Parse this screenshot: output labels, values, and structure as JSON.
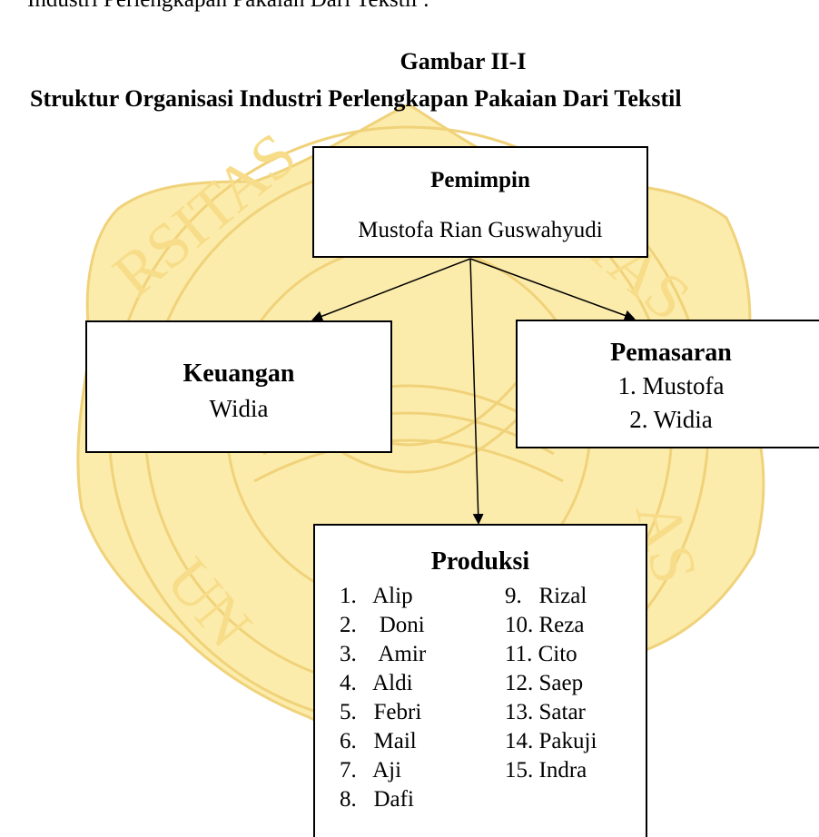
{
  "document": {
    "top_line": "Industri Perlengkapan Pakaian Dari Tekstil :",
    "figure_label": "Gambar II-I",
    "figure_title": "Struktur Organisasi Industri Perlengkapan Pakaian Dari Tekstil"
  },
  "org_chart": {
    "leader": {
      "title": "Pemimpin",
      "name": "Mustofa Rian Guswahyudi"
    },
    "finance": {
      "title": "Keuangan",
      "name": "Widia"
    },
    "marketing": {
      "title": "Pemasaran",
      "members": [
        "1. Mustofa",
        "2.  Widia"
      ]
    },
    "production": {
      "title": "Produksi",
      "left_column": [
        "1.   Alip",
        "2.    Doni",
        "3.    Amir",
        "4.   Aldi",
        "5.   Febri",
        "6.   Mail",
        "7.   Aji",
        "8.   Dafi"
      ],
      "right_column": [
        "9.   Rizal",
        "10. Reza",
        "11. Cito",
        "12. Saep",
        "13. Satar",
        "14. Pakuji",
        "15. Indra"
      ]
    }
  },
  "colors": {
    "watermark": "#fbe9a0",
    "watermark_line": "#f3d77a",
    "border": "#000000"
  }
}
